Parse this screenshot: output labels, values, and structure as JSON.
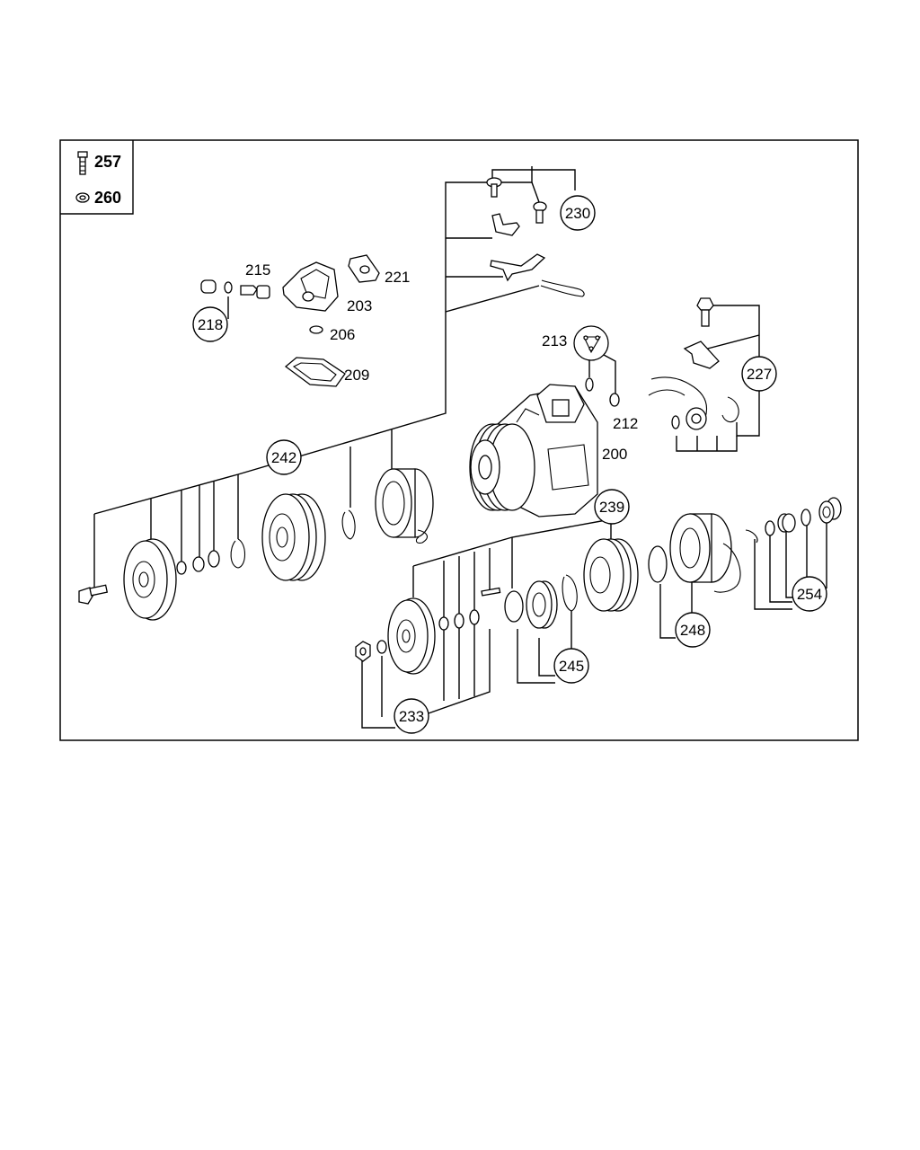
{
  "legend": [
    {
      "icon": "bolt-icon",
      "number": "257"
    },
    {
      "icon": "washer-icon",
      "number": "260"
    }
  ],
  "callouts": [
    "230",
    "218",
    "227",
    "242",
    "239",
    "254",
    "248",
    "245",
    "233"
  ],
  "labels": [
    "215",
    "221",
    "203",
    "206",
    "209",
    "213",
    "212",
    "200"
  ]
}
